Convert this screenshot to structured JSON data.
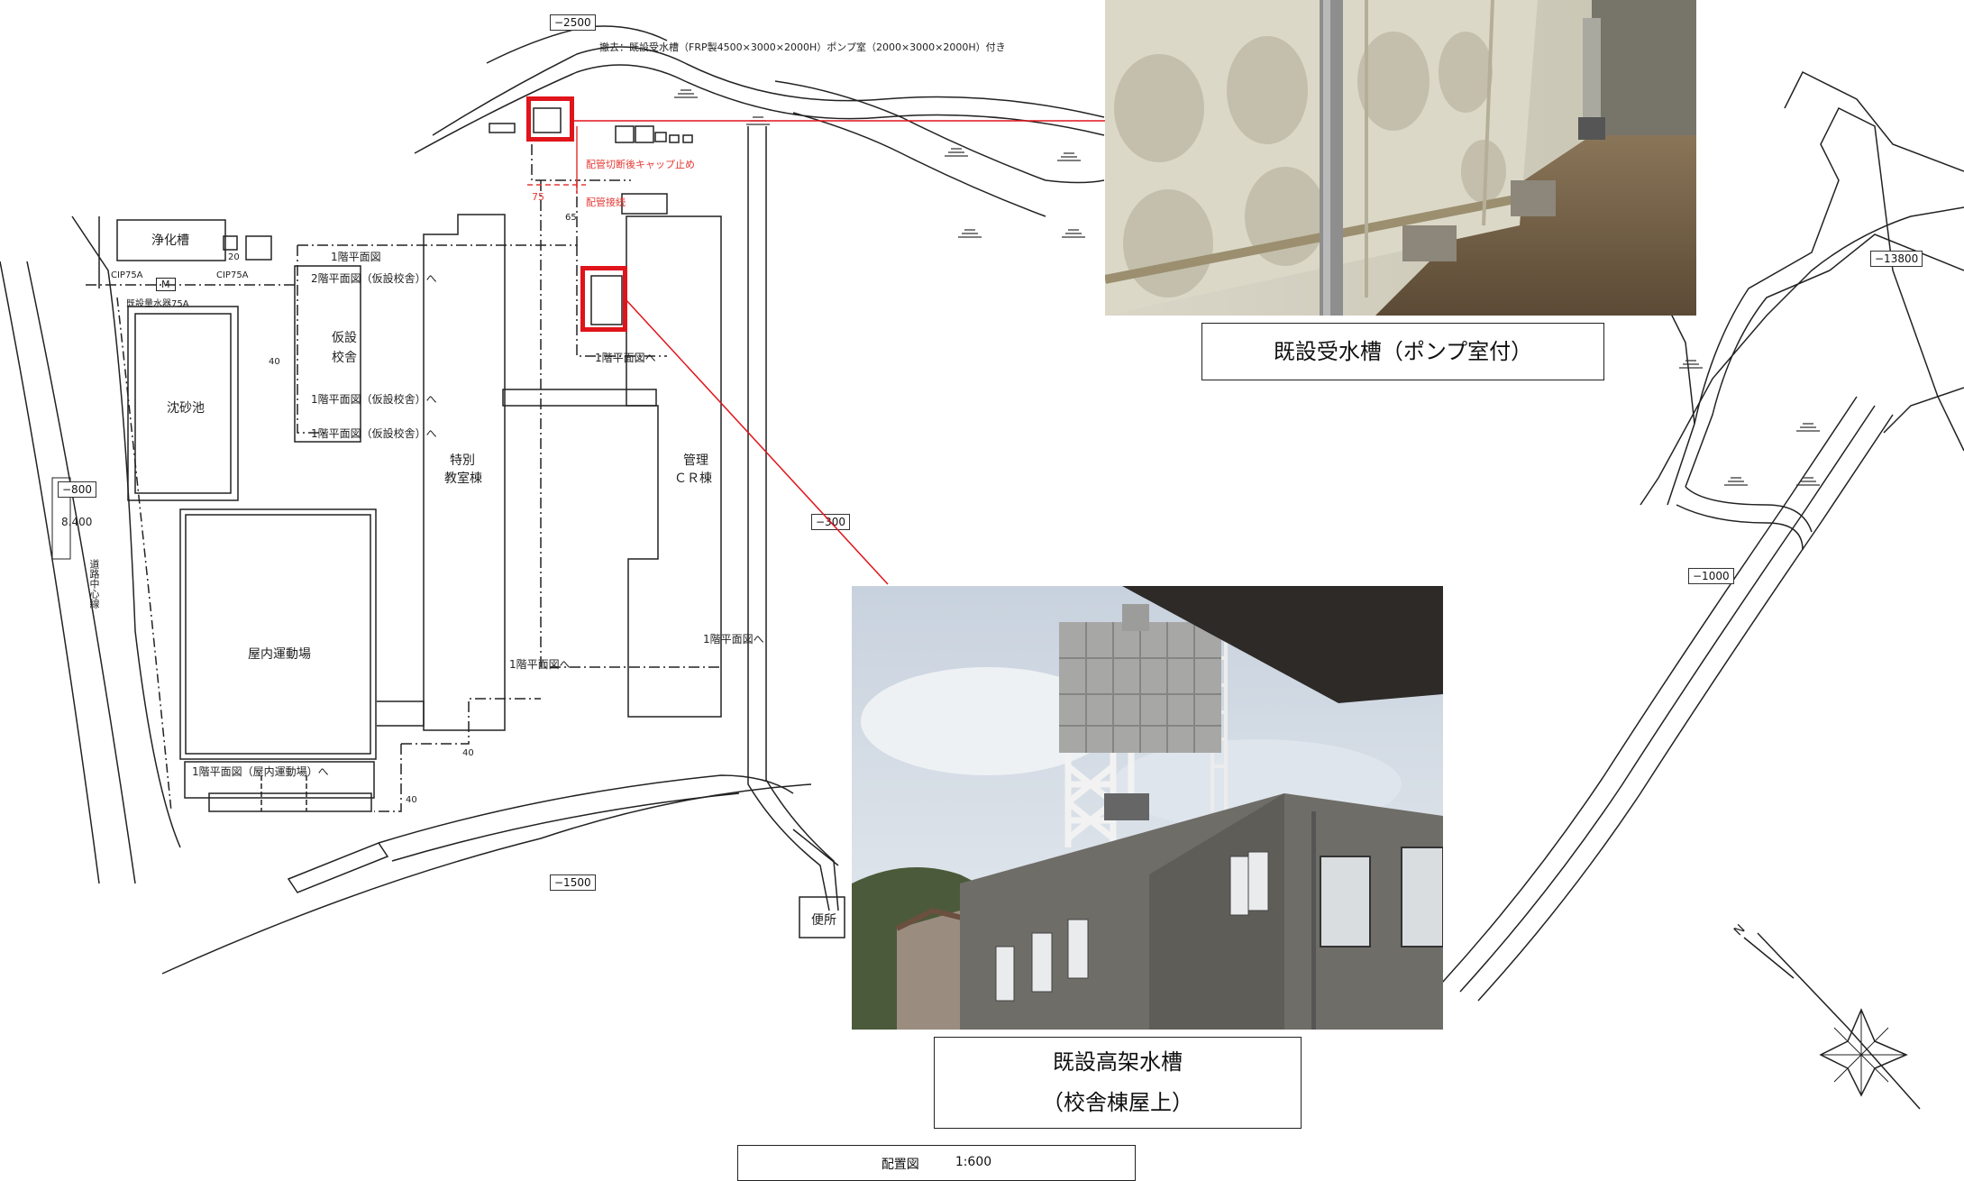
{
  "callouts": {
    "top_note": "撤去：既設受水槽（FRP製4500×3000×2000H）ポンプ室（2000×3000×2000H）付き",
    "pipe_cut": "配管切断後キャップ止め",
    "pipe_connect": "配管接続"
  },
  "levels": {
    "top": "−2500",
    "left": "−800",
    "middle": "−300",
    "bottom": "−1500",
    "right_top": "−13800",
    "right_mid": "−1000"
  },
  "buildings": {
    "septic": "浄化槽",
    "sedimentation": "沈砂池",
    "temp_school_1": "仮設",
    "temp_school_2": "校舎",
    "special_1": "特別",
    "special_2": "教室棟",
    "admin_1": "管理",
    "admin_2": "ＣＲ棟",
    "gym": "屋内運動場",
    "toilet": "便所"
  },
  "plan_refs": {
    "r1": "1階平面図",
    "r2": "2階平面図（仮設校舎）へ",
    "r3": "1階平面図（仮設校舎）へ",
    "r4": "1階平面図（仮設校舎）へ",
    "r5": "1階平面図へ",
    "r6": "1階平面図へ",
    "r7": "1階平面図へ",
    "r8": "1階平面図（屋内運動場）へ"
  },
  "small_labels": {
    "road": "8.400",
    "road_side": "道路中心線",
    "meter": "M",
    "pipe_a": "CIP75A",
    "pipe_b": "CIP75A",
    "meter_name": "既設量水器75A",
    "dim_40a": "40",
    "dim_40b": "40",
    "dim_40c": "40",
    "dim_65": "65",
    "dim_75": "75",
    "dim_20": "20",
    "north": "N"
  },
  "captions": {
    "receiving_tank": "既設受水槽（ポンプ室付）",
    "elevated_tank_1": "既設高架水槽",
    "elevated_tank_2": "（校舎棟屋上）"
  },
  "title_block": {
    "name": "配置図",
    "scale": "1:600"
  },
  "colors": {
    "highlight": "#e0141b",
    "leader": "#e0141b",
    "line": "#222222"
  }
}
